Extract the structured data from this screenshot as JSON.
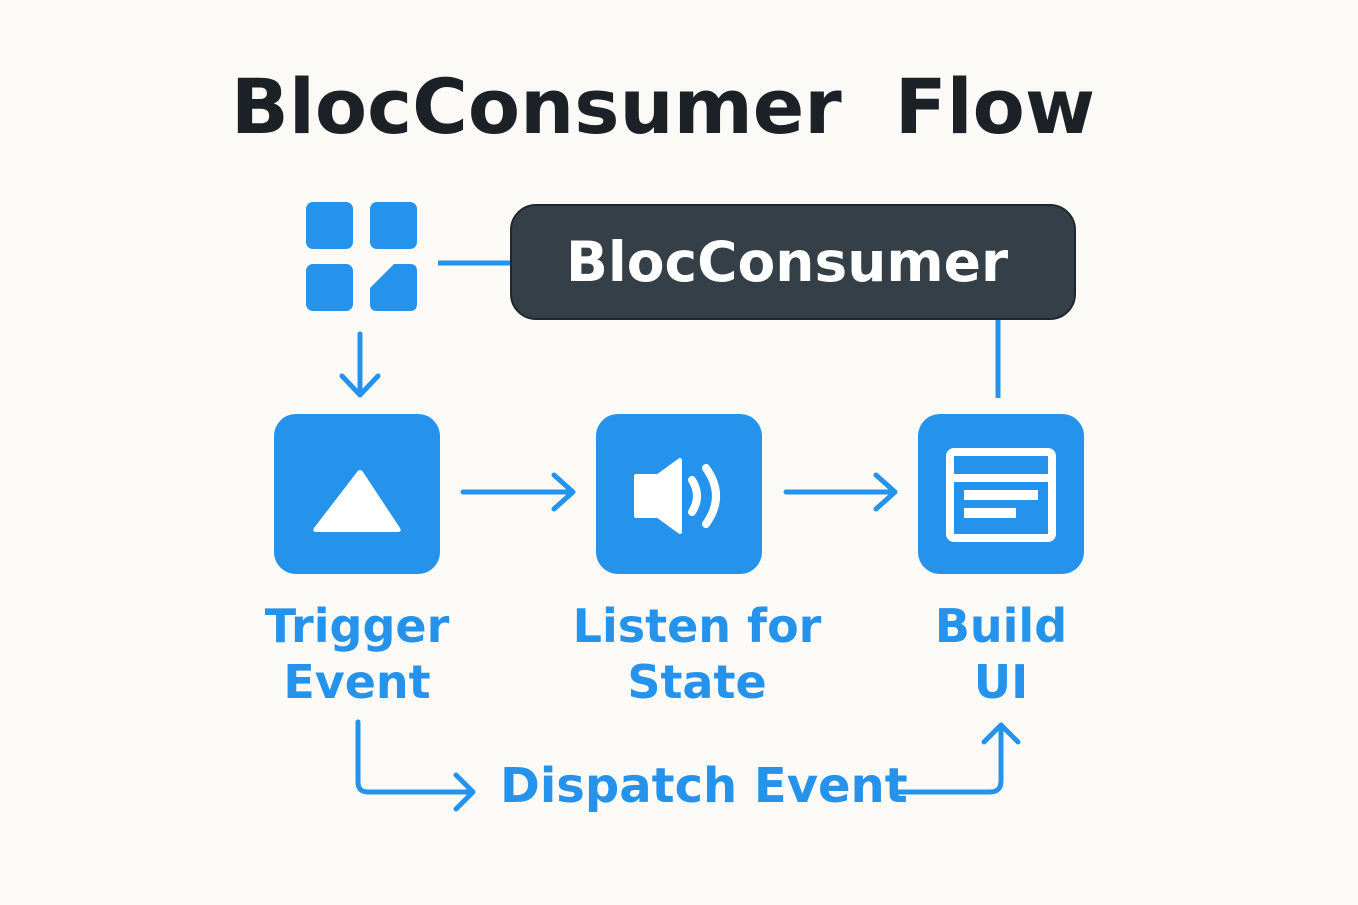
{
  "title": "BlocConsumer  Flow",
  "consumer_label": "BlocConsumer",
  "steps": [
    {
      "line1": "Trigger",
      "line2": "Event",
      "icon": "triangle-icon"
    },
    {
      "line1": "Listen for",
      "line2": "State",
      "icon": "speaker-icon"
    },
    {
      "line1": "Build",
      "line2": "UI",
      "icon": "window-icon"
    }
  ],
  "bottom_label": "Dispatch Event",
  "widget_icon": "widgets-icon",
  "colors": {
    "accent": "#2592ec",
    "dark": "#353f48",
    "title": "#1b2127",
    "background": "#fbfaf6"
  }
}
